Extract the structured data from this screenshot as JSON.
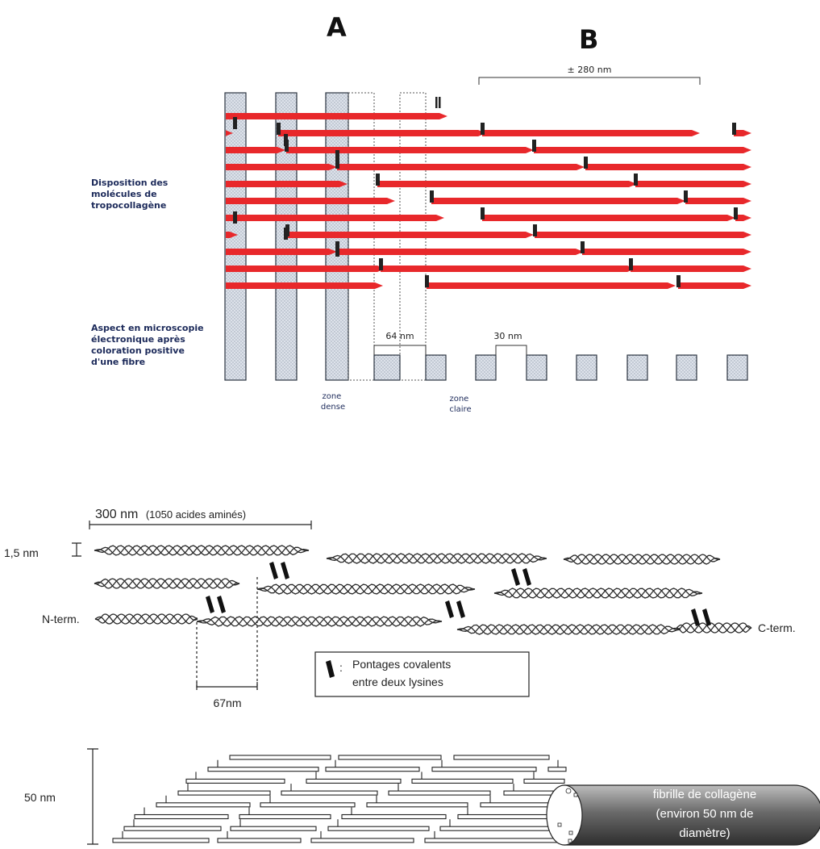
{
  "top_diagram": {
    "label_a": "A",
    "label_b": "B",
    "period_280": "± 280 nm",
    "label_64": "64 nm",
    "label_30": "30 nm",
    "arrangement_text": [
      "Disposition des",
      "molécules de",
      "tropocollagène"
    ],
    "microscopy_text": [
      "Aspect en microscopie",
      "électronique après",
      "coloration positive",
      "d'une fibre"
    ],
    "zone_dense": [
      "zone",
      "dense"
    ],
    "zone_claire": [
      "zone",
      "claire"
    ],
    "colors": {
      "molecule": "#e8282b",
      "crosslink": "#222222",
      "stripe_fill": "#d7dce6",
      "stripe_border": "#2b3440"
    }
  },
  "middle_diagram": {
    "length_label": "300 nm",
    "length_sub": "(1050 acides aminés)",
    "diameter_label": "1,5 nm",
    "n_term": "N-term.",
    "c_term": "C-term.",
    "gap_label": "67nm",
    "legend_colon": ":",
    "legend_line1": "Pontages covalents",
    "legend_line2": "entre deux lysines"
  },
  "bottom_diagram": {
    "diameter_label": "50 nm",
    "cylinder_line1": "fibrille de collagène",
    "cylinder_line2": "(environ 50 nm de",
    "cylinder_line3": "diamètre)",
    "colors": {
      "cylinder_dark": "#3a3a3a",
      "cylinder_light": "#9a9a9a"
    }
  }
}
